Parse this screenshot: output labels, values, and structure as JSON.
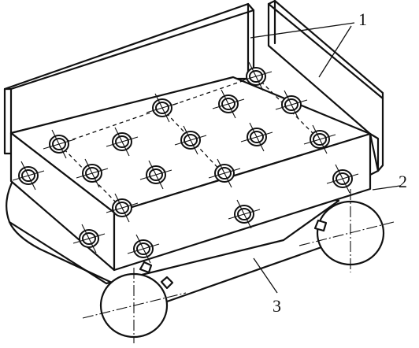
{
  "callouts": {
    "plates": "1",
    "small_roller": "2",
    "large_roller": "3"
  },
  "colors": {
    "line": "#111111",
    "background": "#ffffff"
  }
}
